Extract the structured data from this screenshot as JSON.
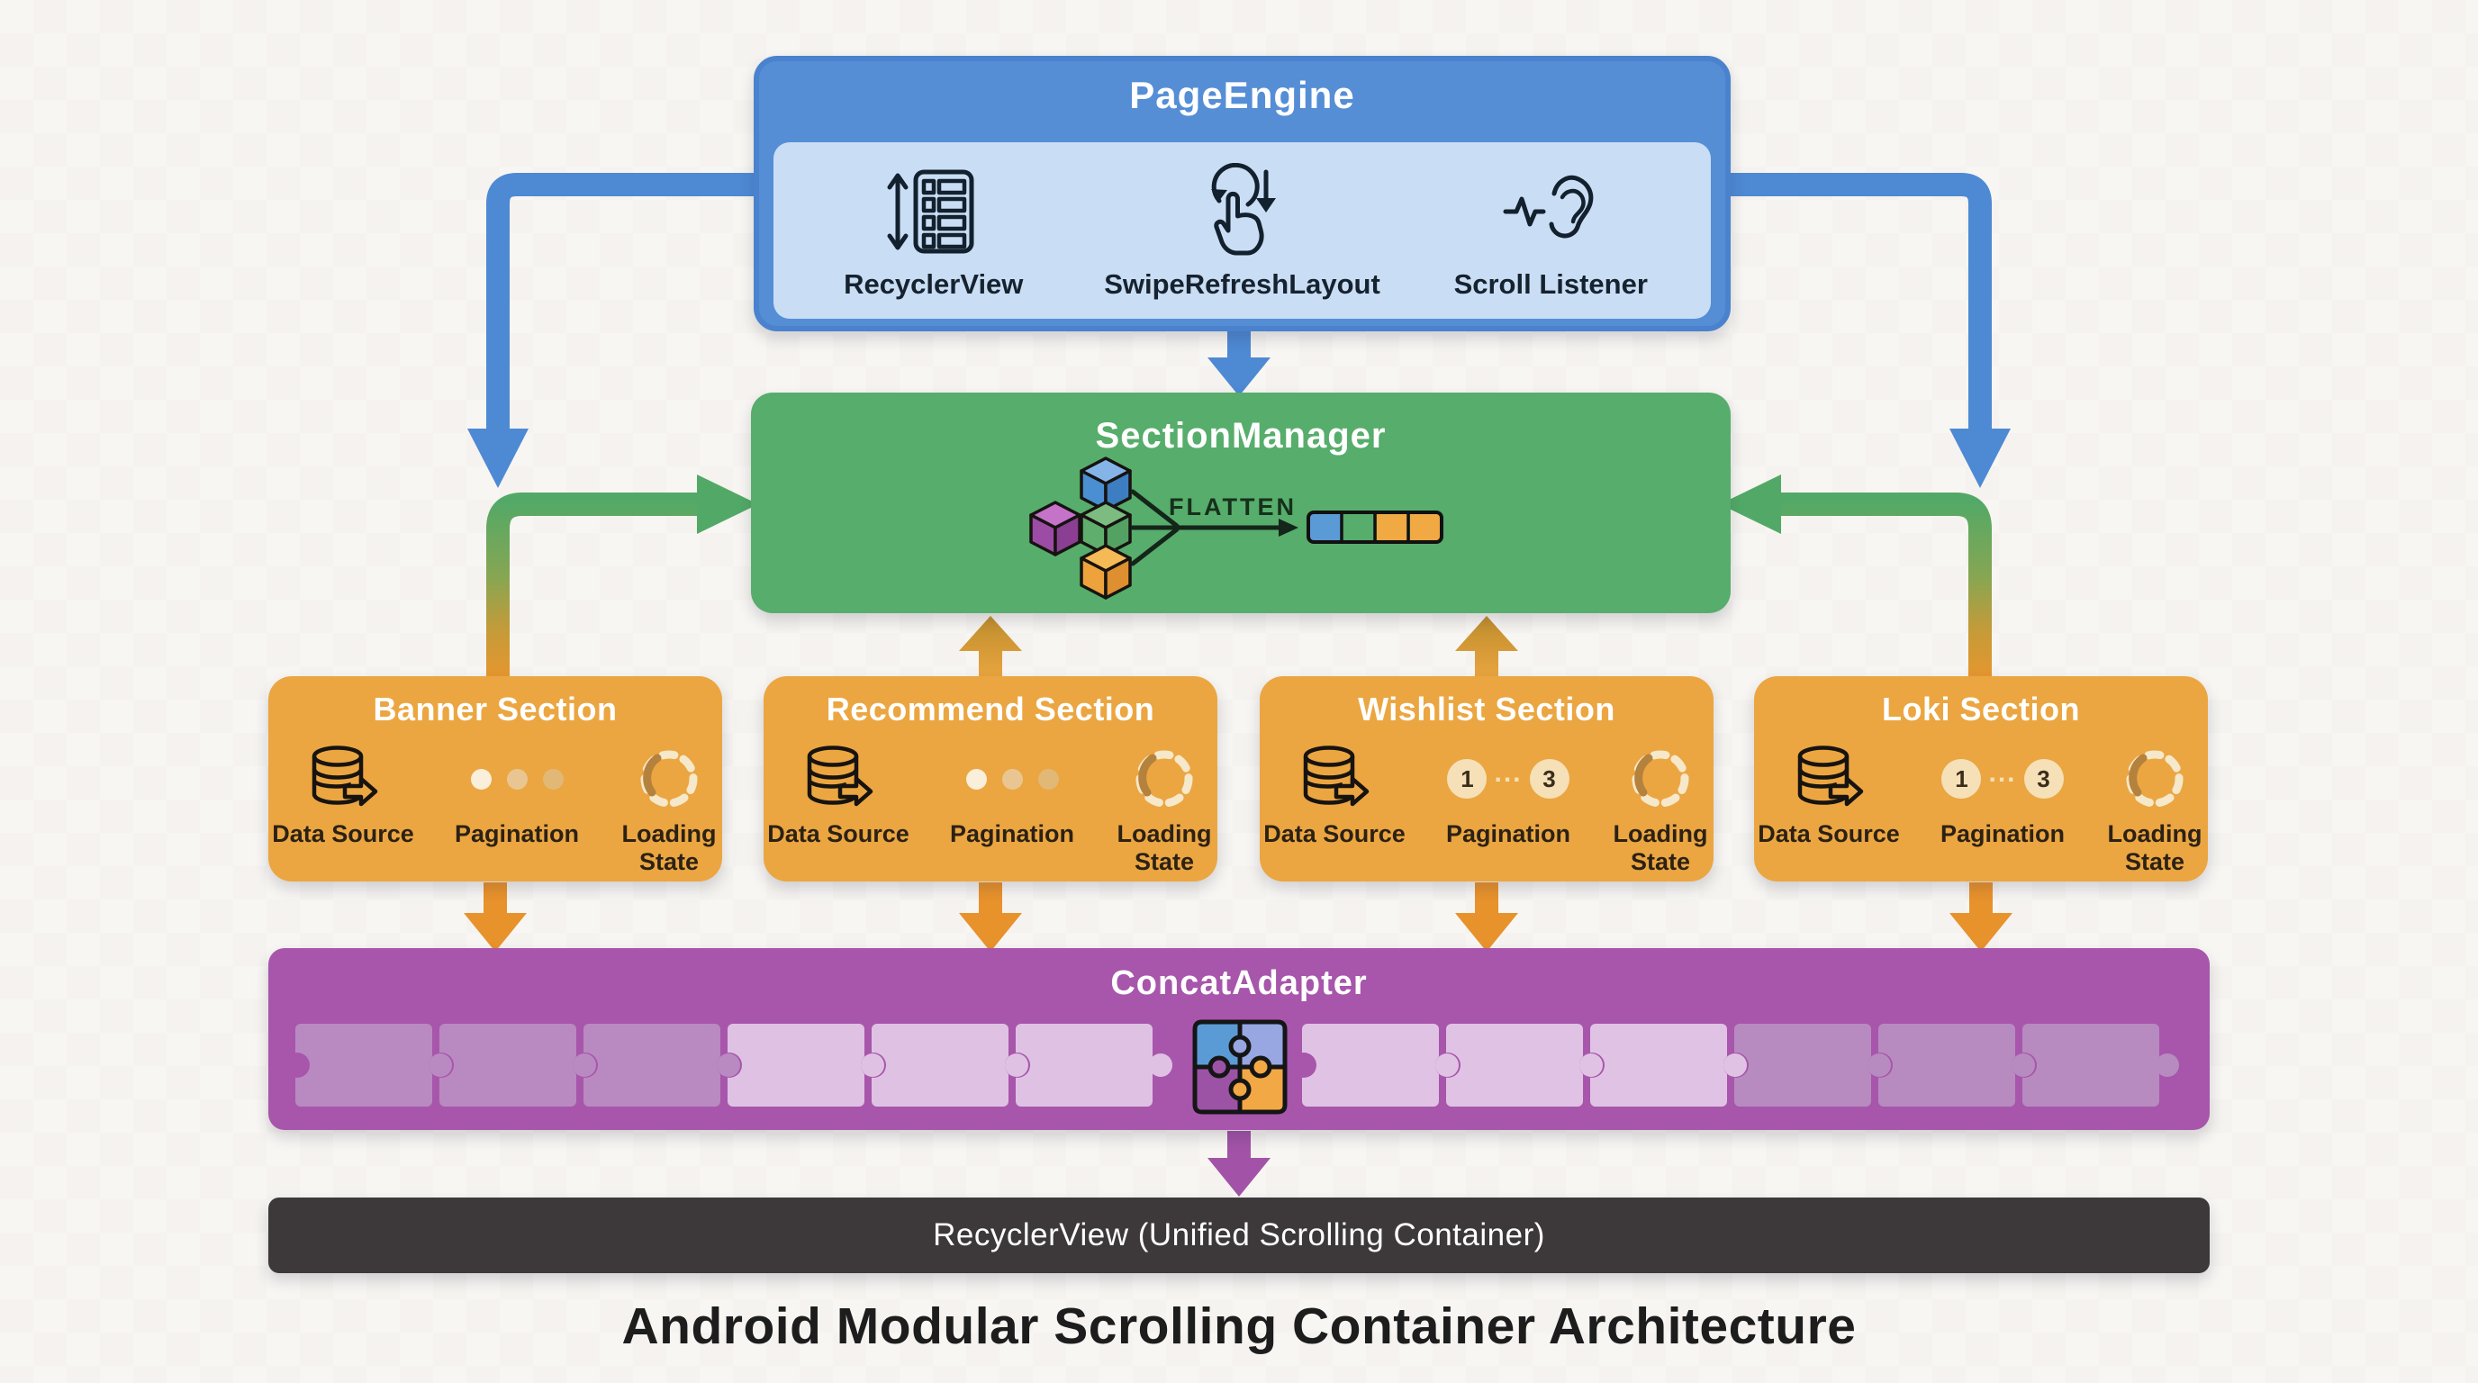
{
  "diagram_title": "Android Modular Scrolling Container Architecture",
  "page_engine": {
    "title": "PageEngine",
    "components": [
      {
        "label": "RecyclerView",
        "icon": "recycler-list-icon"
      },
      {
        "label": "SwipeRefreshLayout",
        "icon": "swipe-refresh-hand-icon"
      },
      {
        "label": "Scroll Listener",
        "icon": "listener-ear-icon"
      }
    ]
  },
  "section_manager": {
    "title": "SectionManager",
    "flatten_label": "FLATTEN",
    "cube_colors": [
      "#4a8fd2",
      "#9c4ca4",
      "#5fae6d",
      "#eda23c"
    ],
    "flatten_segment_colors": [
      "#5b9bd5",
      "transparent",
      "#f0a943",
      "#f0a943"
    ]
  },
  "sections": [
    {
      "title": "Banner Section",
      "labels": {
        "data_source": "Data Source",
        "pagination": "Pagination",
        "loading": "Loading State"
      },
      "pagination_style": "dots"
    },
    {
      "title": "Recommend Section",
      "labels": {
        "data_source": "Data Source",
        "pagination": "Pagination",
        "loading": "Loading State"
      },
      "pagination_style": "dots"
    },
    {
      "title": "Wishlist Section",
      "labels": {
        "data_source": "Data Source",
        "pagination": "Pagination",
        "loading": "Loading State"
      },
      "pagination_style": "pages",
      "pages": {
        "first": "1",
        "ellipsis": "...",
        "last": "3"
      }
    },
    {
      "title": "Loki Section",
      "labels": {
        "data_source": "Data Source",
        "pagination": "Pagination",
        "loading": "Loading State"
      },
      "pagination_style": "pages",
      "pages": {
        "first": "1",
        "ellipsis": "...",
        "last": "3"
      }
    }
  ],
  "concat_adapter": {
    "title": "ConcatAdapter"
  },
  "recycler_container": {
    "label": "RecyclerView (Unified Scrolling Container)"
  },
  "colors": {
    "page_engine_blue": "#568ed6",
    "page_engine_panel": "#c9def5",
    "section_manager_green": "#57ad6b",
    "section_orange": "#eba641",
    "concat_purple": "#a756ab",
    "recycler_bar_dark": "#3d393a",
    "arrow_blue": "#4e89d4",
    "arrow_green": "#52a967",
    "arrow_orange": "#e8922c",
    "arrow_mustard": "#d09b3c",
    "arrow_purple": "#a253a7",
    "background": "#f8f6f3"
  }
}
